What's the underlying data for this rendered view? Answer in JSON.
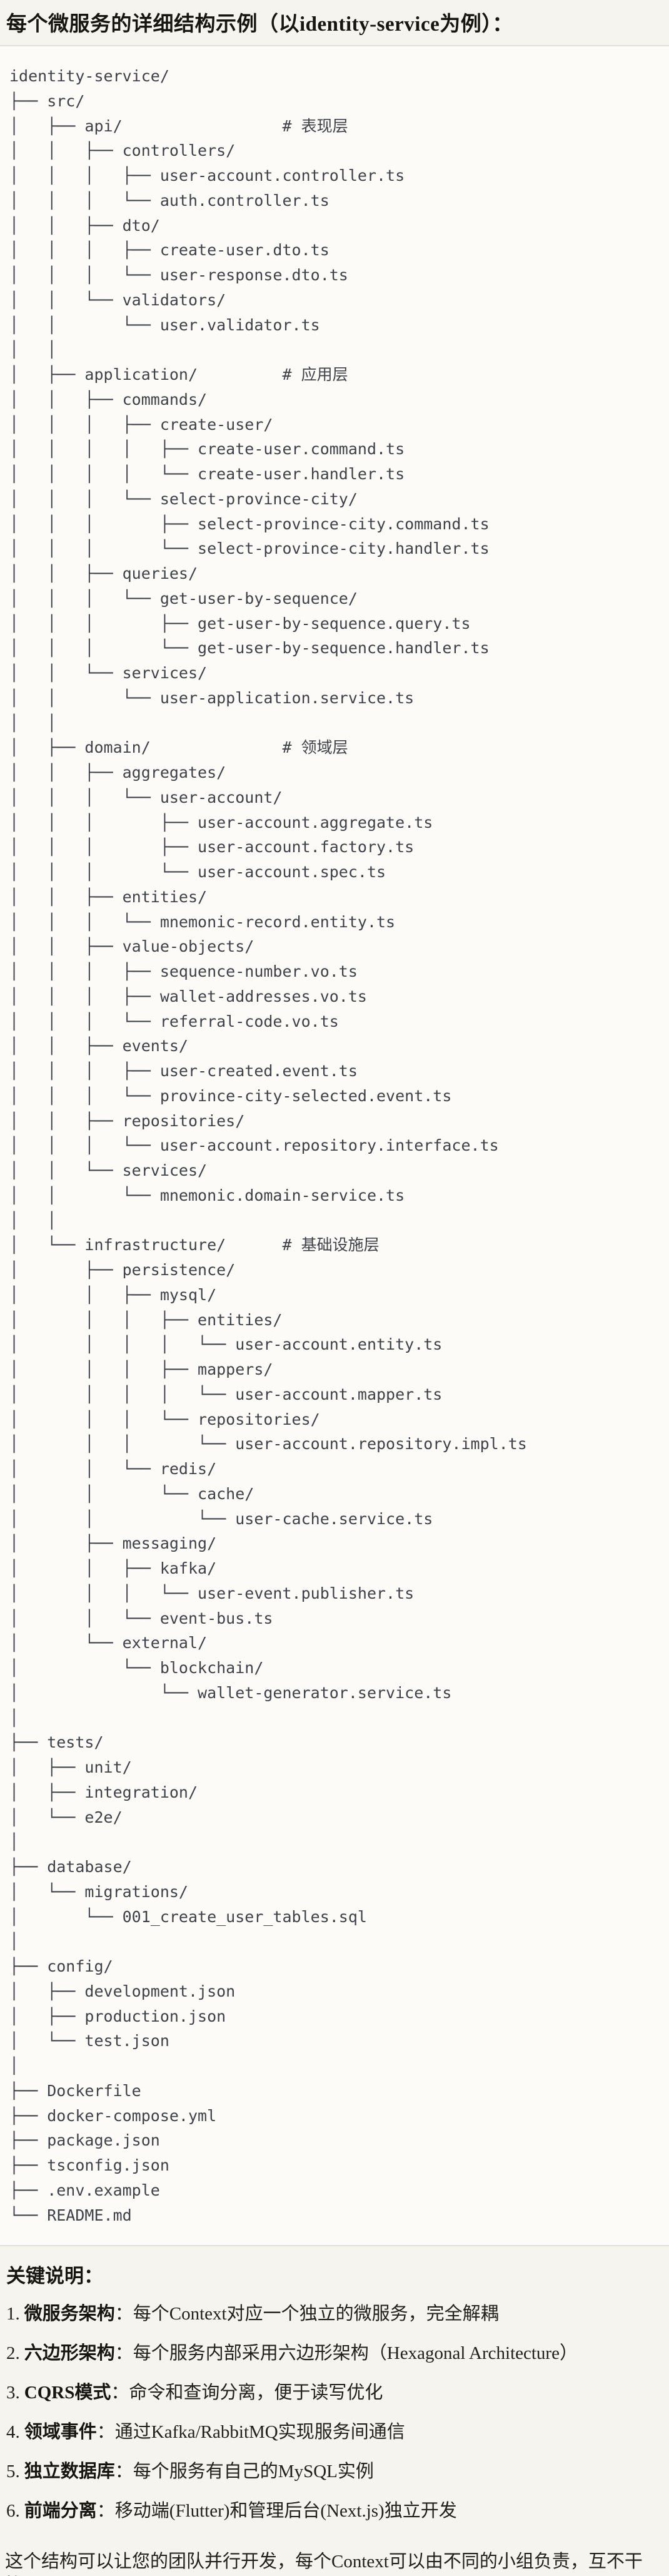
{
  "page": {
    "title": "每个微服务的详细结构示例（以identity-service为例）："
  },
  "tree": {
    "lines": [
      "identity-service/",
      "├── src/",
      "│   ├── api/                 # 表现层",
      "│   │   ├── controllers/",
      "│   │   │   ├── user-account.controller.ts",
      "│   │   │   └── auth.controller.ts",
      "│   │   ├── dto/",
      "│   │   │   ├── create-user.dto.ts",
      "│   │   │   └── user-response.dto.ts",
      "│   │   └── validators/",
      "│   │       └── user.validator.ts",
      "│   │",
      "│   ├── application/         # 应用层",
      "│   │   ├── commands/",
      "│   │   │   ├── create-user/",
      "│   │   │   │   ├── create-user.command.ts",
      "│   │   │   │   └── create-user.handler.ts",
      "│   │   │   └── select-province-city/",
      "│   │   │       ├── select-province-city.command.ts",
      "│   │   │       └── select-province-city.handler.ts",
      "│   │   ├── queries/",
      "│   │   │   └── get-user-by-sequence/",
      "│   │   │       ├── get-user-by-sequence.query.ts",
      "│   │   │       └── get-user-by-sequence.handler.ts",
      "│   │   └── services/",
      "│   │       └── user-application.service.ts",
      "│   │",
      "│   ├── domain/              # 领域层",
      "│   │   ├── aggregates/",
      "│   │   │   └── user-account/",
      "│   │   │       ├── user-account.aggregate.ts",
      "│   │   │       ├── user-account.factory.ts",
      "│   │   │       └── user-account.spec.ts",
      "│   │   ├── entities/",
      "│   │   │   └── mnemonic-record.entity.ts",
      "│   │   ├── value-objects/",
      "│   │   │   ├── sequence-number.vo.ts",
      "│   │   │   ├── wallet-addresses.vo.ts",
      "│   │   │   └── referral-code.vo.ts",
      "│   │   ├── events/",
      "│   │   │   ├── user-created.event.ts",
      "│   │   │   └── province-city-selected.event.ts",
      "│   │   ├── repositories/",
      "│   │   │   └── user-account.repository.interface.ts",
      "│   │   └── services/",
      "│   │       └── mnemonic.domain-service.ts",
      "│   │",
      "│   └── infrastructure/      # 基础设施层",
      "│       ├── persistence/",
      "│       │   ├── mysql/",
      "│       │   │   ├── entities/",
      "│       │   │   │   └── user-account.entity.ts",
      "│       │   │   ├── mappers/",
      "│       │   │   │   └── user-account.mapper.ts",
      "│       │   │   └── repositories/",
      "│       │   │       └── user-account.repository.impl.ts",
      "│       │   └── redis/",
      "│       │       └── cache/",
      "│       │           └── user-cache.service.ts",
      "│       ├── messaging/",
      "│       │   ├── kafka/",
      "│       │   │   └── user-event.publisher.ts",
      "│       │   └── event-bus.ts",
      "│       └── external/",
      "│           └── blockchain/",
      "│               └── wallet-generator.service.ts",
      "│",
      "├── tests/",
      "│   ├── unit/",
      "│   ├── integration/",
      "│   └── e2e/",
      "│",
      "├── database/",
      "│   └── migrations/",
      "│       └── 001_create_user_tables.sql",
      "│",
      "├── config/",
      "│   ├── development.json",
      "│   ├── production.json",
      "│   └── test.json",
      "│",
      "├── Dockerfile",
      "├── docker-compose.yml",
      "├── package.json",
      "├── tsconfig.json",
      "├── .env.example",
      "└── README.md"
    ]
  },
  "notes": {
    "heading": "关键说明：",
    "items": [
      {
        "num": "1.",
        "term": "微服务架构",
        "sep": "：",
        "desc": "每个Context对应一个独立的微服务，完全解耦"
      },
      {
        "num": "2.",
        "term": "六边形架构",
        "sep": "：",
        "desc": "每个服务内部采用六边形架构（Hexagonal Architecture）"
      },
      {
        "num": "3.",
        "term": "CQRS模式",
        "sep": "：",
        "desc": "命令和查询分离，便于读写优化"
      },
      {
        "num": "4.",
        "term": "领域事件",
        "sep": "：",
        "desc": "通过Kafka/RabbitMQ实现服务间通信"
      },
      {
        "num": "5.",
        "term": "独立数据库",
        "sep": "：",
        "desc": "每个服务有自己的MySQL实例"
      },
      {
        "num": "6.",
        "term": "前端分离",
        "sep": "：",
        "desc": "移动端(Flutter)和管理后台(Next.js)独立开发"
      }
    ],
    "closing": "这个结构可以让您的团队并行开发，每个Context可以由不同的小组负责，互不干扰。"
  }
}
